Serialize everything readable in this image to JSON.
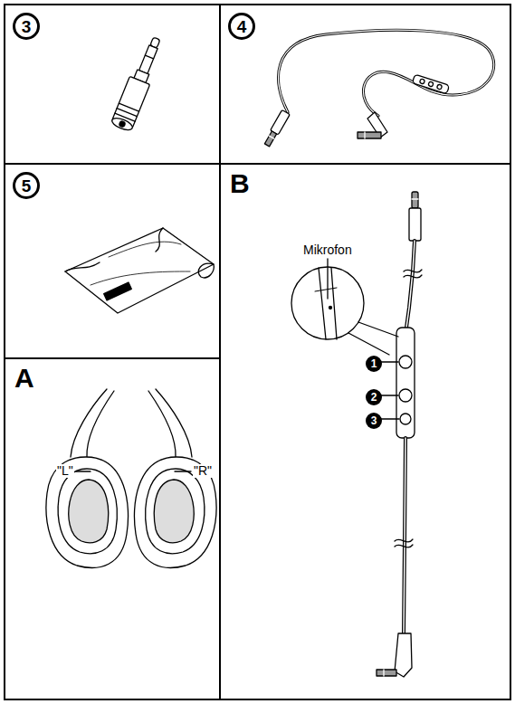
{
  "diagram": {
    "nodes": [
      {
        "text": [
          "3"
        ]
      },
      {
        "text": [
          "4"
        ]
      },
      {
        "text": [
          "5"
        ]
      },
      {
        "text": [
          "A"
        ]
      },
      {
        "text": [
          "B"
        ]
      },
      {
        "text": [
          "1"
        ],
        "in": 4
      },
      {
        "text": [
          "2"
        ],
        "in": 4
      },
      {
        "text": [
          "3"
        ],
        "in": 4
      }
    ],
    "labels": [
      "Mikrofon",
      "\"L\"",
      "\"R\""
    ]
  }
}
